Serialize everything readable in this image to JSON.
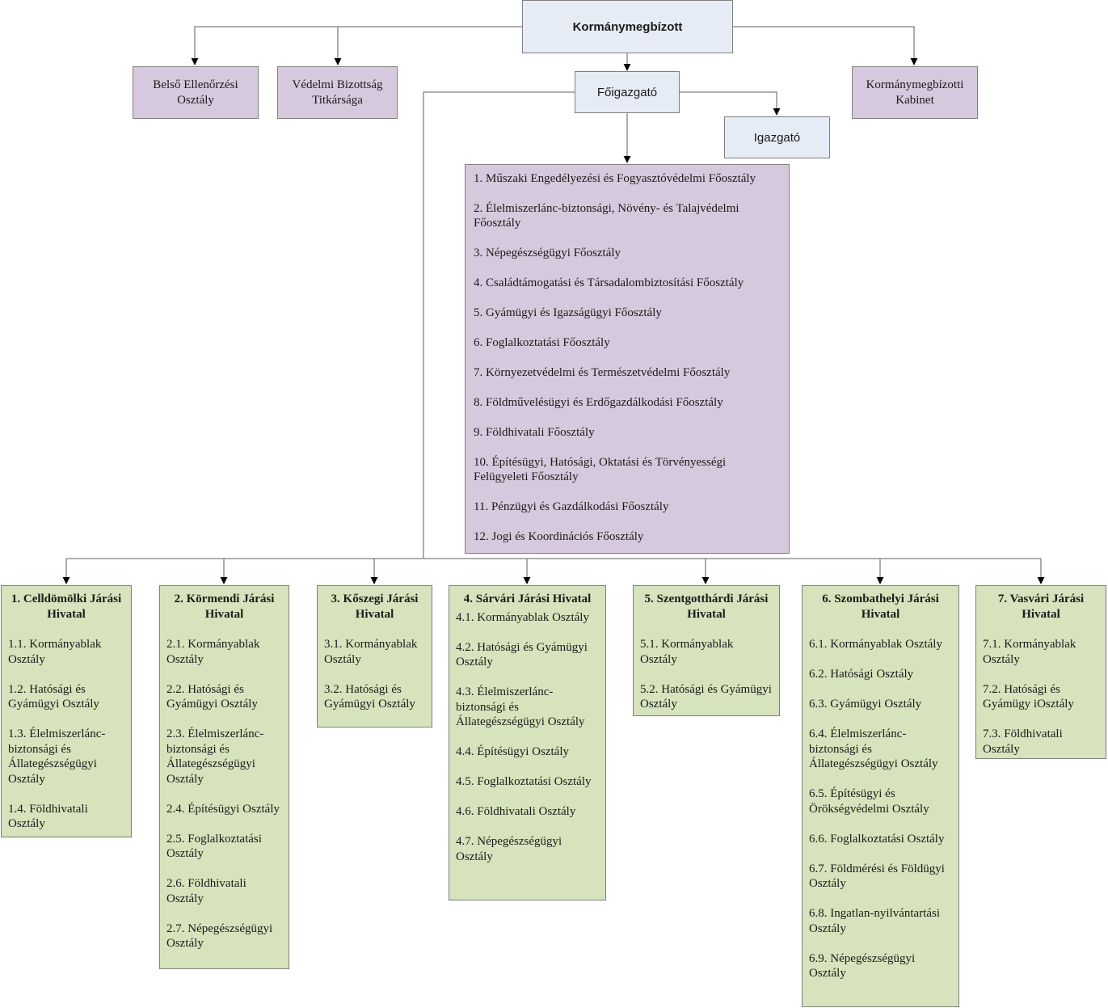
{
  "top": {
    "kormanymegbizott": "Kormánymegbízott",
    "foigazgato": "Főigazgató",
    "igazgato": "Igazgató"
  },
  "side_units": {
    "belso": [
      "Belső Ellenőrzési",
      "Osztály"
    ],
    "vedelmi": [
      "Védelmi Bizottság",
      "Titkársága"
    ],
    "kabinet": [
      "Kormánymegbízotti",
      "Kabinet"
    ]
  },
  "foosztalyok": [
    "1. Műszaki Engedélyezési és Fogyasztóvédelmi Főosztály",
    "2. Élelmiszerlánc-biztonsági, Növény- és Talajvédelmi Főosztály",
    "3. Népegészségügyi Főosztály",
    "4. Családtámogatási és Társadalombiztosítási Főosztály",
    "5. Gyámügyi és Igazságügyi Főosztály",
    "6. Foglalkoztatási Főosztály",
    "7. Környezetvédelmi és Természetvédelmi Főosztály",
    "8. Földművelésügyi  és Erdőgazdálkodási Főosztály",
    "9. Földhivatali Főosztály",
    "10. Építésügyi, Hatósági, Oktatási és Törvényességi Felügyeleti Főosztály",
    "11. Pénzügyi és Gazdálkodási Főosztály",
    "12. Jogi és Koordinációs Főosztály"
  ],
  "jarasi_hivatalok": [
    {
      "title": "1. Celldömölki Járási Hivatal",
      "items": [
        "1.1. Kormányablak Osztály",
        "1.2. Hatósági és Gyámügyi Osztály",
        "1.3. Élelmiszerlánc-biztonsági és Állategészségügyi Osztály",
        "1.4. Földhivatali Osztály"
      ]
    },
    {
      "title": "2. Körmendi Járási Hivatal",
      "items": [
        "2.1. Kormányablak Osztály",
        "2.2. Hatósági és Gyámügyi Osztály",
        "2.3. Élelmiszerlánc-biztonsági és Állategészségügyi Osztály",
        "2.4. Építésügyi Osztály",
        "2.5. Foglalkoztatási Osztály",
        "2.6. Földhivatali Osztály",
        "2.7. Népegészségügyi Osztály"
      ]
    },
    {
      "title": "3. Kőszegi Járási Hivatal",
      "items": [
        "3.1. Kormányablak Osztály",
        "3.2. Hatósági és Gyámügyi Osztály"
      ]
    },
    {
      "title": "4. Sárvári Járási Hivatal",
      "items": [
        "4.1. Kormányablak Osztály",
        "4.2. Hatósági és Gyámügyi Osztály",
        "4.3. Élelmiszerlánc-biztonsági és Állategészségügyi Osztály",
        "4.4. Építésügyi Osztály",
        "4.5. Foglalkoztatási Osztály",
        "4.6. Földhivatali Osztály",
        "4.7. Népegészségügyi Osztály"
      ]
    },
    {
      "title": "5. Szentgotthárdi Járási Hivatal",
      "items": [
        "5.1. Kormányablak Osztály",
        "5.2. Hatósági és Gyámügyi Osztály"
      ]
    },
    {
      "title": "6. Szombathelyi Járási Hivatal",
      "items": [
        "6.1. Kormányablak Osztály",
        "6.2. Hatósági Osztály",
        "6.3. Gyámügyi Osztály",
        "6.4. Élelmiszerlánc-biztonsági és Állategészségügyi Osztály",
        "6.5. Építésügyi és Örökségvédelmi Osztály",
        "6.6. Foglalkoztatási Osztály",
        "6.7. Földmérési és Földügyi Osztály",
        "6.8. Ingatlan-nyilvántartási Osztály",
        "6.9. Népegészségügyi Osztály"
      ]
    },
    {
      "title": "7. Vasvári Járási Hivatal",
      "items": [
        "7.1. Kormányablak Osztály",
        "7.2. Hatósági és Gyámügy iOsztály",
        "7.3. Földhivatali Osztály"
      ]
    }
  ]
}
